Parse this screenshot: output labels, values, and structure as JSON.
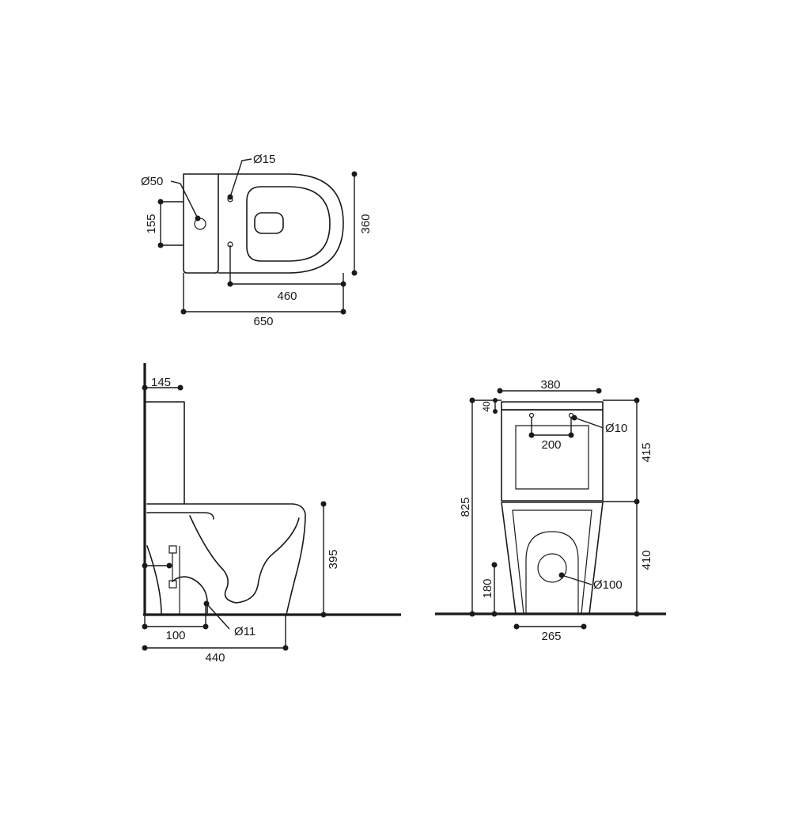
{
  "top_view": {
    "dia_outlet": "Ø50",
    "dia_inlet": "Ø15",
    "dim_155": "155",
    "dim_360": "360",
    "dim_460": "460",
    "dim_650": "650"
  },
  "side_view": {
    "dim_145": "145",
    "dim_395": "395",
    "dim_100": "100",
    "dia_fix": "Ø11",
    "dim_440": "440"
  },
  "front_view": {
    "dim_380": "380",
    "dim_40": "40",
    "dia_button": "Ø10",
    "dim_200": "200",
    "dim_415": "415",
    "dim_825": "825",
    "dim_410": "410",
    "dim_180": "180",
    "dia_outlet": "Ø100",
    "dim_265": "265"
  }
}
